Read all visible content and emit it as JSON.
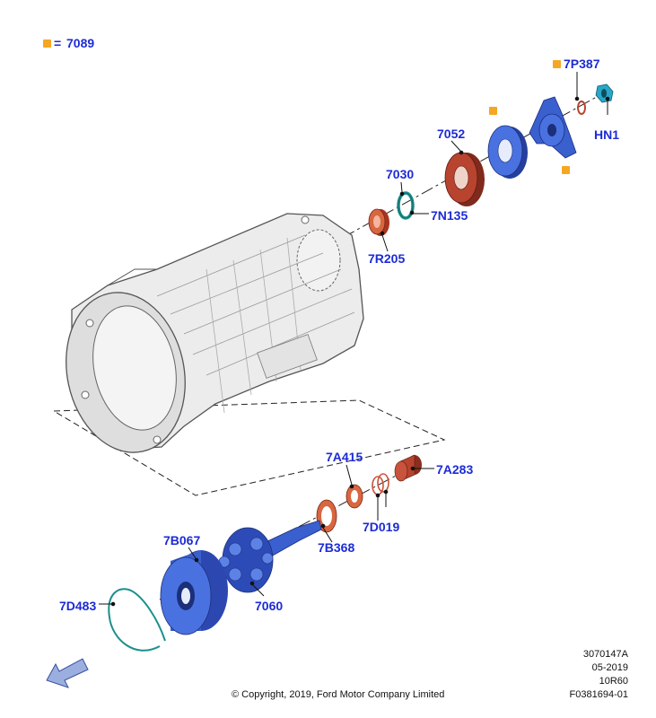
{
  "legend": {
    "equals": "=",
    "code": "7089"
  },
  "colors": {
    "label_blue": "#1c2bd6",
    "marker_orange": "#f5a623",
    "part_blue": "#3a5fcf",
    "part_red": "#b8432e",
    "part_orange": "#d8663f",
    "part_teal": "#1b8f8c",
    "casing": "#e9e9e9"
  },
  "callouts": {
    "c7P387": "7P387",
    "cHN1": "HN1",
    "c7052": "7052",
    "c7030": "7030",
    "c7N135": "7N135",
    "c7R205": "7R205",
    "c7A415": "7A415",
    "c7A283": "7A283",
    "c7D019": "7D019",
    "c7B368": "7B368",
    "c7B067": "7B067",
    "c7060": "7060",
    "c7D483": "7D483"
  },
  "footer": {
    "copyright": "© Copyright, 2019, Ford Motor Company Limited",
    "ref_number": "3070147A",
    "date": "05-2019",
    "model": "10R60",
    "figure_id": "F0381694-01"
  }
}
